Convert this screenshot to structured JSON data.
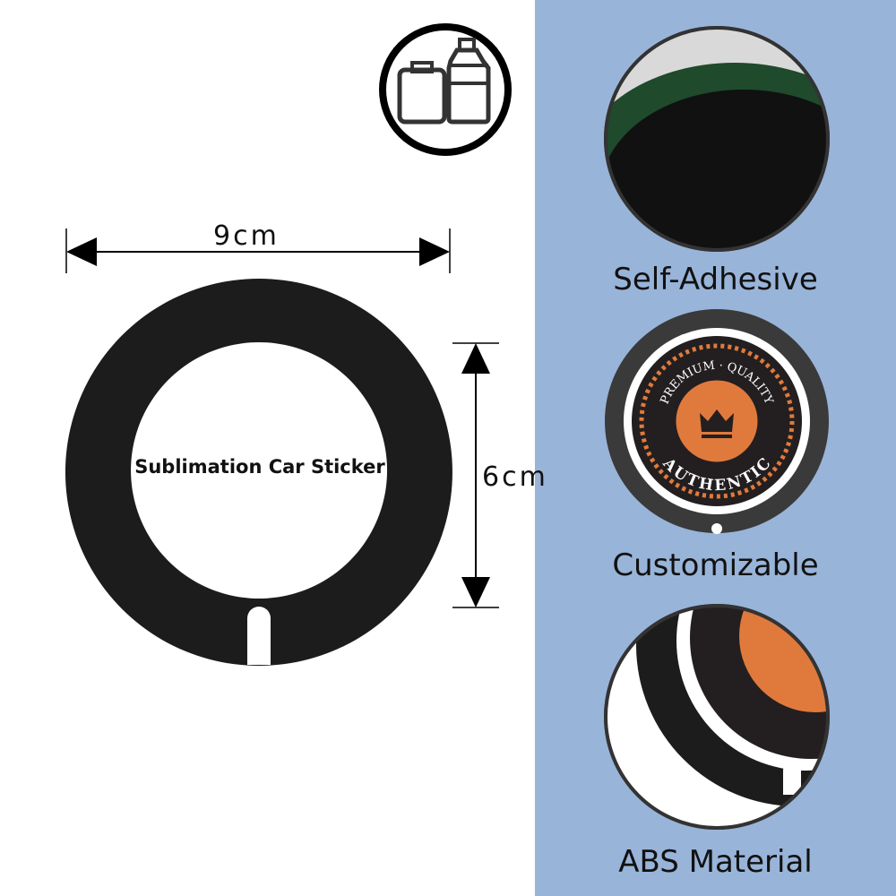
{
  "colors": {
    "panel": "#99b4d9",
    "ring": "#1c1c1c",
    "badge_orange": "#e07a3c"
  },
  "product": {
    "center_label": "Sublimation Car Sticker"
  },
  "dimensions": {
    "width": "9cm",
    "height": "6cm"
  },
  "features": [
    {
      "label": "Self-Adhesive"
    },
    {
      "label": "Customizable"
    },
    {
      "label": "ABS Material"
    }
  ],
  "badge": {
    "top_text": "PREMIUM · QUALITY",
    "bottom_text": "AUTHENTIC"
  },
  "icons": {
    "material": "plastic-bottles-icon"
  }
}
